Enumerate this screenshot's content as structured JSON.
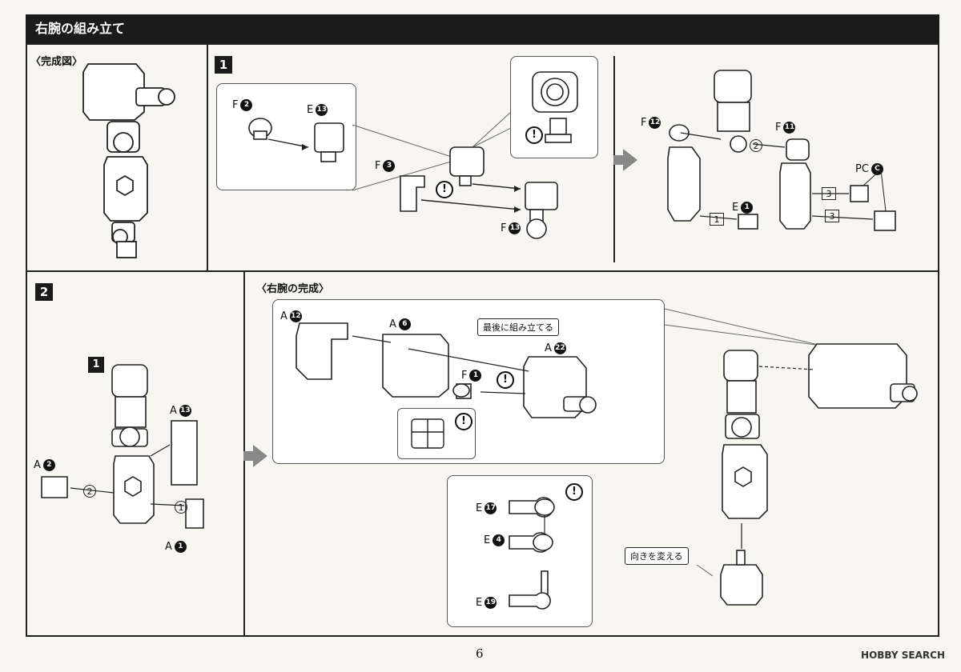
{
  "header": {
    "title": "右腕の組み立て"
  },
  "completed": {
    "label": "〈完成図〉"
  },
  "step1": {
    "number": "1",
    "parts": {
      "f2": {
        "letter": "F",
        "num": "2"
      },
      "e13": {
        "letter": "E",
        "num": "13"
      },
      "f3": {
        "letter": "F",
        "num": "3"
      },
      "f13": {
        "letter": "F",
        "num": "13"
      },
      "f12": {
        "letter": "F",
        "num": "12"
      },
      "f11": {
        "letter": "F",
        "num": "11"
      },
      "pcc": {
        "letter": "PC",
        "num": "C"
      },
      "e1": {
        "letter": "E",
        "num": "1"
      }
    },
    "circled": {
      "c1": "1",
      "c2": "2",
      "c3a": "3",
      "c3b": "3"
    },
    "warn": "!"
  },
  "step2": {
    "number": "2",
    "sub_step": "1",
    "parts": {
      "a13": {
        "letter": "A",
        "num": "13"
      },
      "a2": {
        "letter": "A",
        "num": "2"
      },
      "a1": {
        "letter": "A",
        "num": "1"
      }
    },
    "circled": {
      "c1": "1",
      "c2": "2"
    }
  },
  "completion": {
    "label": "〈右腕の完成〉",
    "note_last": "最後に組み立てる",
    "note_turn": "向きを変える",
    "parts": {
      "a12": {
        "letter": "A",
        "num": "12"
      },
      "a6": {
        "letter": "A",
        "num": "6"
      },
      "a22": {
        "letter": "A",
        "num": "22"
      },
      "f1": {
        "letter": "F",
        "num": "1"
      },
      "e17": {
        "letter": "E",
        "num": "17"
      },
      "e4": {
        "letter": "E",
        "num": "4"
      },
      "e19": {
        "letter": "E",
        "num": "19"
      }
    }
  },
  "footer": {
    "page_number": "6",
    "brand": "HOBBY SEARCH"
  }
}
